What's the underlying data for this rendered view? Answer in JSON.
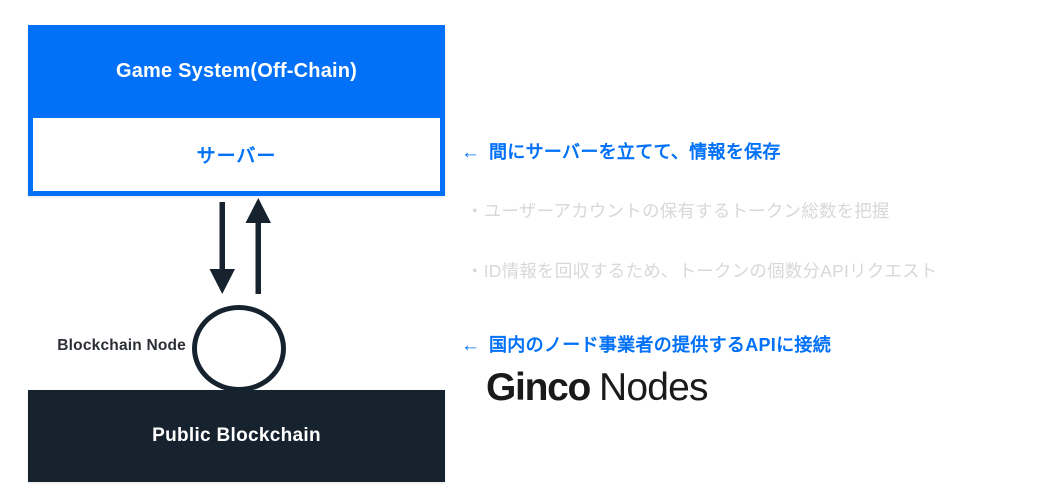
{
  "colors": {
    "blue": "#0271f7",
    "navy": "#16232f",
    "bullet_gray": "#d6d8d9",
    "white": "#ffffff",
    "label_dark": "#2b2f35",
    "logo_black": "#1a1a1a"
  },
  "diagram": {
    "offchain_title": "Game System(Off-Chain)",
    "server_label": "サーバー",
    "node_label": "Blockchain Node",
    "public_blockchain_label": "Public Blockchain",
    "arrows": {
      "down_arrow_name": "arrow-down-server-to-node",
      "up_arrow_name": "arrow-up-node-to-server"
    }
  },
  "annotations": [
    {
      "arrow_glyph": "←",
      "text": "間にサーバーを立てて、情報を保存"
    },
    {
      "arrow_glyph": "←",
      "text": "国内のノード事業者の提供するAPIに接続"
    }
  ],
  "bullets": [
    "・ユーザーアカウントの保有するトークン総数を把握",
    "・ID情報を回収するため、トークンの個数分APIリクエスト"
  ],
  "logo": {
    "bold_part": "Ginco",
    "regular_part": "Nodes"
  }
}
